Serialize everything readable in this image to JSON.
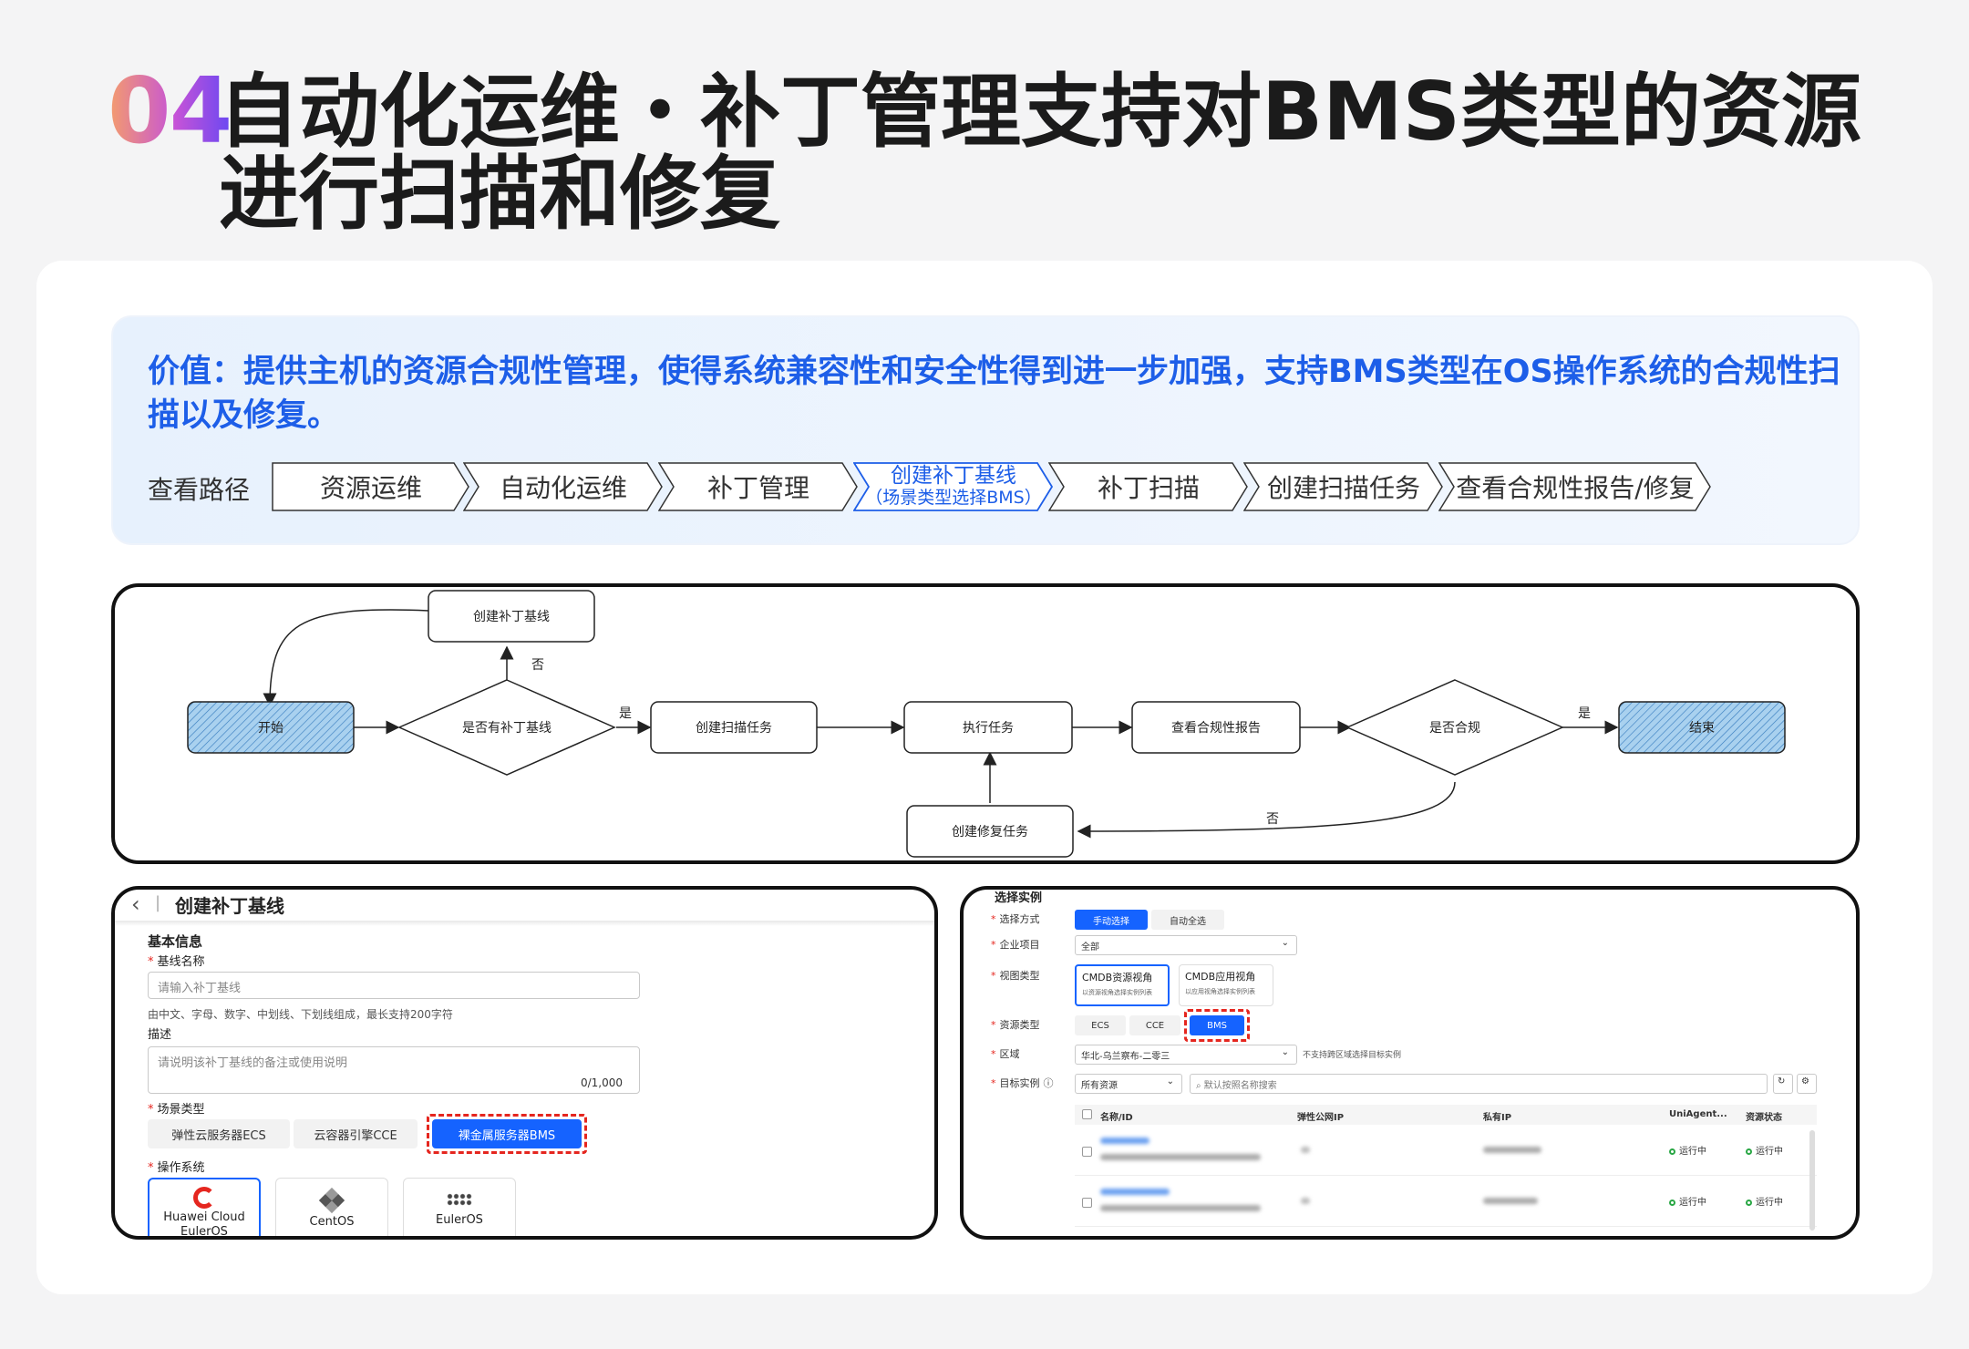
{
  "header": {
    "number": "04",
    "title": "自动化运维・补丁管理支持对BMS类型的资源进行扫描和修复"
  },
  "value": {
    "text": "价值：提供主机的资源合规性管理，使得系统兼容性和安全性得到进一步加强，支持BMS类型在OS操作系统的合规性扫描以及修复。"
  },
  "path": {
    "label": "查看路径",
    "steps": [
      {
        "label": "资源运维"
      },
      {
        "label": "自动化运维"
      },
      {
        "label": "补丁管理"
      },
      {
        "label": "创建补丁基线",
        "sub": "（场景类型选择BMS）"
      },
      {
        "label": "补丁扫描"
      },
      {
        "label": "创建扫描任务"
      },
      {
        "label": "查看合规性报告/修复"
      }
    ]
  },
  "flowchart": {
    "nodes": {
      "start": "开始",
      "decision_baseline": "是否有补丁基线",
      "create_baseline": "创建补丁基线",
      "create_scan": "创建扫描任务",
      "execute": "执行任务",
      "report": "查看合规性报告",
      "decision_compliant": "是否合规",
      "end": "结束",
      "create_repair": "创建修复任务"
    },
    "edges": {
      "no": "否",
      "yes": "是"
    }
  },
  "baseline_form": {
    "back": "‹",
    "separator": "|",
    "title": "创建补丁基线",
    "section": "基本信息",
    "name_label": "基线名称",
    "name_placeholder": "请输入补丁基线",
    "name_hint": "由中文、字母、数字、中划线、下划线组成，最长支持200字符",
    "desc_label": "描述",
    "desc_placeholder": "请说明该补丁基线的备注或使用说明",
    "desc_counter": "0/1,000",
    "scene_label": "场景类型",
    "scene_options": [
      "弹性云服务器ECS",
      "云容器引擎CCE",
      "裸金属服务器BMS"
    ],
    "os_label": "操作系统",
    "os_options": [
      {
        "name": "Huawei Cloud EulerOS",
        "icon": "huawei-cloud-icon"
      },
      {
        "name": "CentOS",
        "icon": "centos-icon"
      },
      {
        "name": "EulerOS",
        "icon": "euleros-icon"
      }
    ]
  },
  "instance_select": {
    "title": "选择实例",
    "mode_label": "选择方式",
    "mode_options": [
      "手动选择",
      "自动全选"
    ],
    "project_label": "企业项目",
    "project_value": "全部",
    "view_label": "视图类型",
    "view_options": [
      {
        "title": "CMDB资源视角",
        "desc": "以资源视角选择实例列表"
      },
      {
        "title": "CMDB应用视角",
        "desc": "以应用视角选择实例列表"
      }
    ],
    "resource_label": "资源类型",
    "resource_options": [
      "ECS",
      "CCE",
      "BMS"
    ],
    "region_label": "区域",
    "region_value": "华北-乌兰察布-二零三",
    "region_hint": "不支持跨区域选择目标实例",
    "target_label": "目标实例",
    "target_filter": "所有资源",
    "search_placeholder": "默认按照名称搜索",
    "columns": [
      "名称/ID",
      "弹性公网IP",
      "私有IP",
      "UniAgent...",
      "资源状态"
    ],
    "rows": [
      {
        "agent": "运行中",
        "state": "运行中"
      },
      {
        "agent": "运行中",
        "state": "运行中"
      }
    ]
  }
}
